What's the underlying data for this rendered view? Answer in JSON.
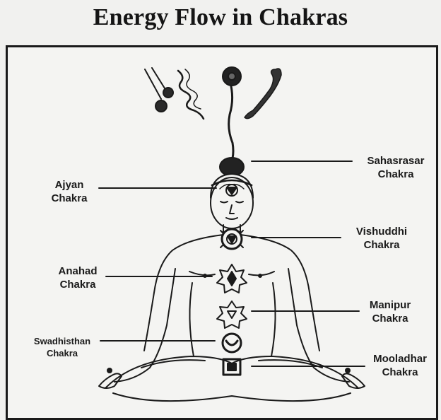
{
  "title": "Energy Flow in Chakras",
  "labels": {
    "sahasrasar": {
      "line1": "Sahasrasar",
      "line2": "Chakra"
    },
    "ajyan": {
      "line1": "Ajyan",
      "line2": "Chakra"
    },
    "vishuddhi": {
      "line1": "Vishuddhi",
      "line2": "Chakra"
    },
    "anahad": {
      "line1": "Anahad",
      "line2": "Chakra"
    },
    "manipur": {
      "line1": "Manipur",
      "line2": "Chakra"
    },
    "swadhisthan": {
      "line1": "Swadhisthan",
      "line2": "Chakra"
    },
    "mooladhar": {
      "line1": "Mooladhar",
      "line2": "Chakra"
    }
  },
  "colors": {
    "ink": "#1a1a1a",
    "paper": "#f4f4f2"
  }
}
